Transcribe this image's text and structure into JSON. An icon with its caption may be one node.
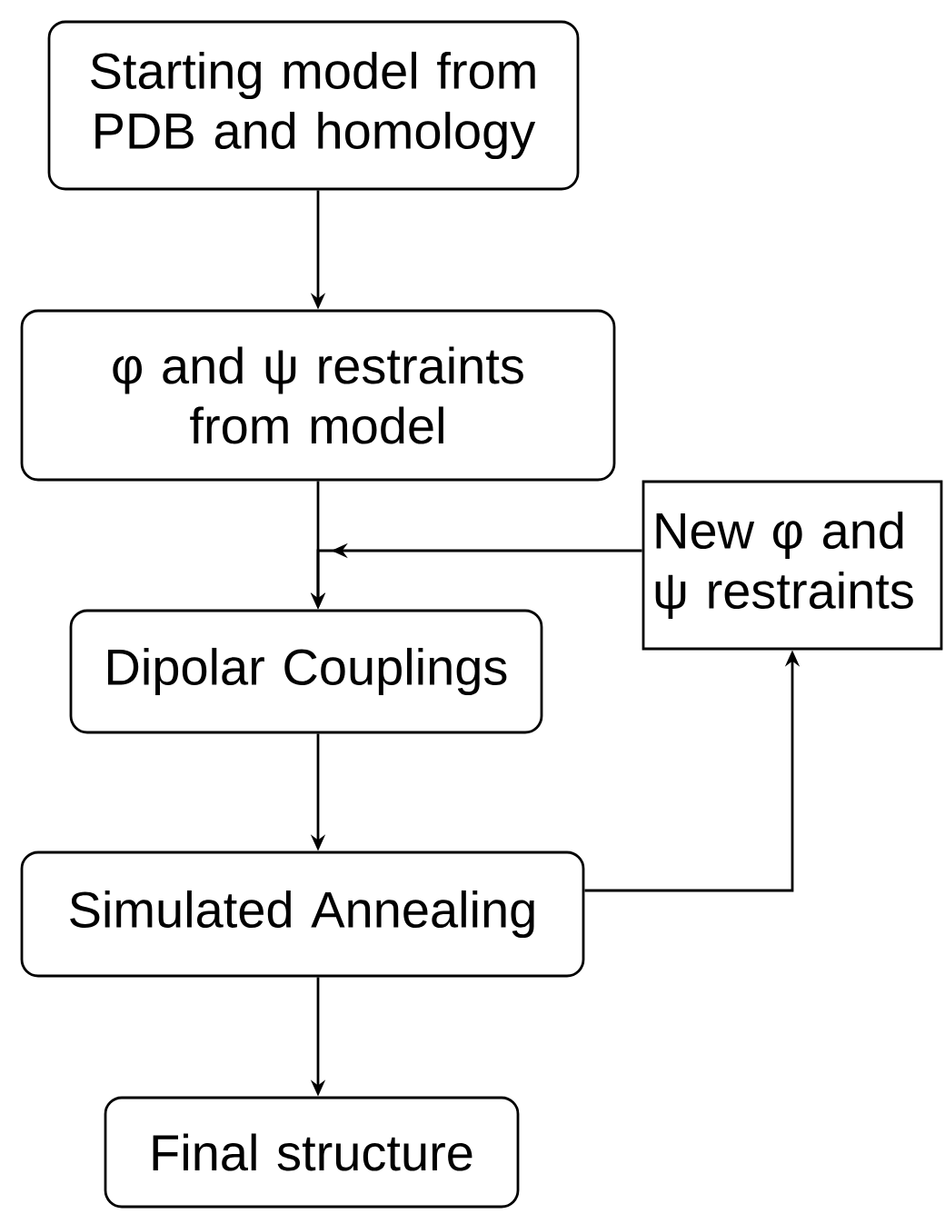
{
  "diagram": {
    "nodes": [
      {
        "text": [
          "Starting model from PDB and homology"
        ]
      },
      {
        "text": [
          "φ and ψ restraints from model"
        ]
      },
      {
        "text": [
          "New φ and ψ restraints"
        ]
      },
      {
        "text": [
          "Dipolar Couplings"
        ]
      },
      {
        "text": [
          "Simulated Annealing"
        ]
      },
      {
        "text": [
          "Final structure"
        ]
      }
    ],
    "edges": [
      {
        "from": 0,
        "to": 1,
        "arrow": "to"
      },
      {
        "from": 1,
        "to": 3,
        "arrow": "to"
      },
      {
        "from": 2,
        "to": 3,
        "arrow": "to"
      },
      {
        "from": 3,
        "to": 4,
        "arrow": "to"
      },
      {
        "from": 4,
        "to": 2,
        "arrow": "to"
      },
      {
        "from": 4,
        "to": 5,
        "arrow": "to"
      }
    ]
  }
}
